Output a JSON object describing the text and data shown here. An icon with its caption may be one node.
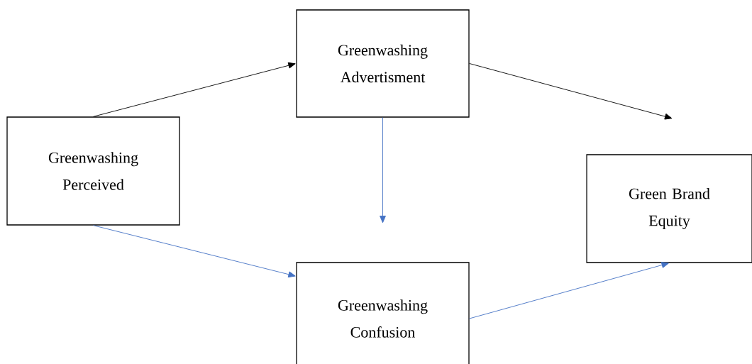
{
  "diagram": {
    "nodes": [
      {
        "text": [
          "Greenwashing Perceived"
        ]
      },
      {
        "text": [
          "Greenwashing Advertisment"
        ]
      },
      {
        "text": [
          "Green Brand Equity"
        ]
      },
      {
        "text": [
          "Greenwashing Confusion"
        ]
      }
    ],
    "edges": [
      {
        "from": 0,
        "to": 1,
        "arrow": "to",
        "color": "#000000"
      },
      {
        "from": 1,
        "to": null,
        "arrow": "to",
        "color": "#000000"
      },
      {
        "from": 1,
        "to": null,
        "arrow": "to"
      },
      {
        "from": 0,
        "to": 3,
        "arrow": "to"
      },
      {
        "from": 3,
        "to": 2,
        "arrow": "to"
      }
    ]
  }
}
